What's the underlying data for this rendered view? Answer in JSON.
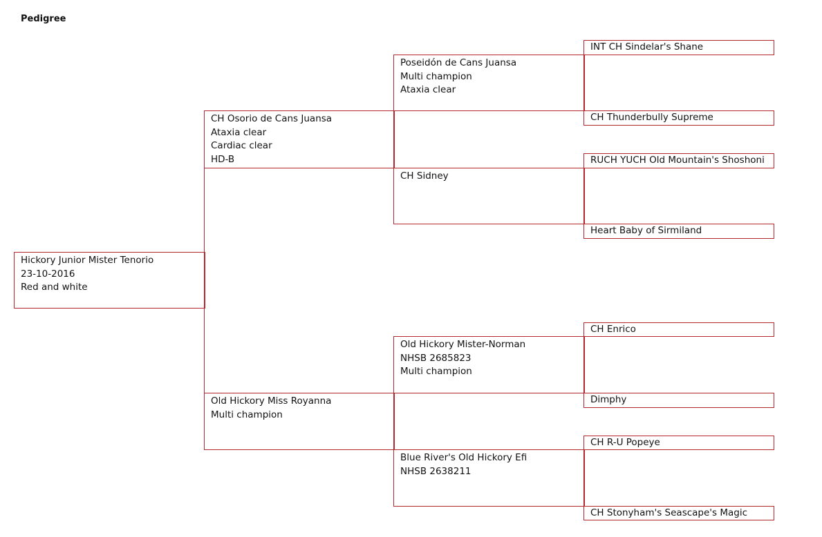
{
  "title": "Pedigree",
  "pedigree": {
    "root": {
      "name": "Hickory Junior Mister Tenorio",
      "details": [
        "23-10-2016",
        "Red and white"
      ]
    },
    "sire": {
      "name": "CH Osorio de Cans Juansa",
      "details": [
        "Ataxia clear",
        "Cardiac clear",
        "HD-B"
      ]
    },
    "dam": {
      "name": "Old Hickory  Miss Royanna",
      "details": [
        "Multi champion"
      ]
    },
    "sire_sire": {
      "name": "Poseidón de Cans Juansa",
      "details": [
        "Multi champion",
        "Ataxia clear"
      ]
    },
    "sire_dam": {
      "name": "CH Sidney",
      "details": []
    },
    "dam_sire": {
      "name": "Old Hickory  Mister-Norman",
      "details": [
        "NHSB 2685823",
        "Multi champion"
      ]
    },
    "dam_dam": {
      "name": "Blue River's Old Hickory  Efi",
      "details": [
        "NHSB 2638211"
      ]
    },
    "sire_sire_sire": {
      "name": "INT CH Sindelar's Shane"
    },
    "sire_sire_dam": {
      "name": "CH Thunderbully Supreme"
    },
    "sire_dam_sire": {
      "name": "RUCH YUCH Old Mountain's Shoshoni"
    },
    "sire_dam_dam": {
      "name": "Heart Baby of Sirmiland"
    },
    "dam_sire_sire": {
      "name": "CH Enrico"
    },
    "dam_sire_dam": {
      "name": "Dimphy"
    },
    "dam_dam_sire": {
      "name": "CH R-U Popeye"
    },
    "dam_dam_dam": {
      "name": "CH Stonyham's Seascape's Magic"
    }
  },
  "colors": {
    "border": "#b3262e",
    "text": "#111111",
    "background": "#ffffff"
  }
}
